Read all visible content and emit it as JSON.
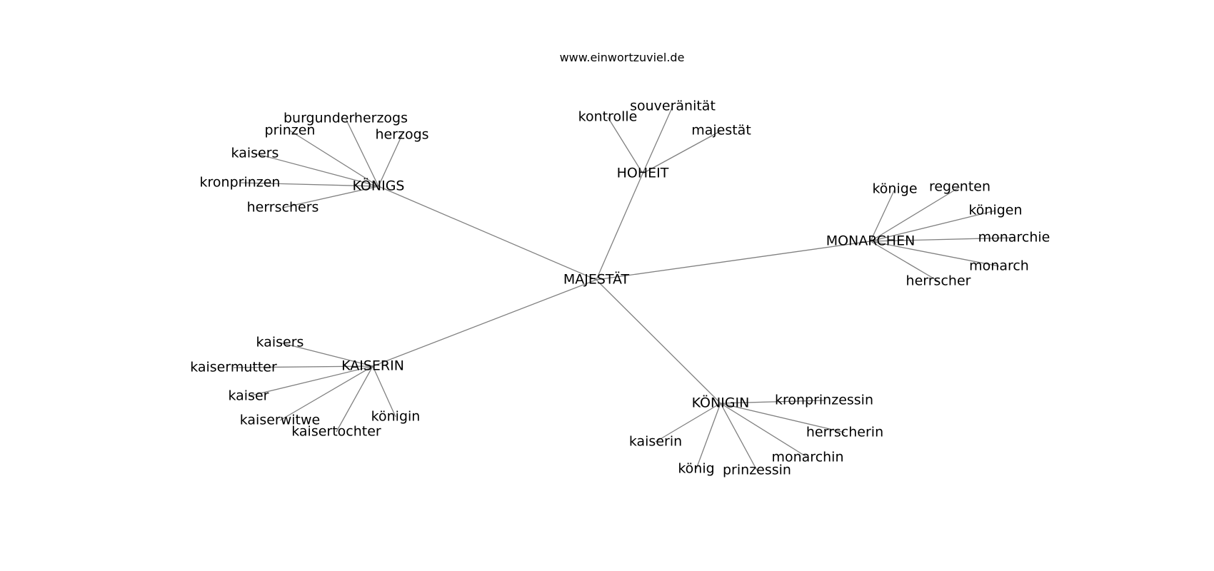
{
  "source": "www.einwortzuviel.de",
  "colors": {
    "edge": "#808080",
    "text": "#000000",
    "background": "#ffffff"
  },
  "nodes": [
    {
      "id": "majestaet",
      "label": "MAJESTÄT"
    },
    {
      "id": "koenigs",
      "label": "KÖNIGS"
    },
    {
      "id": "hoheit",
      "label": "HOHEIT"
    },
    {
      "id": "monarchen",
      "label": "MONARCHEN"
    },
    {
      "id": "kaiserin_hub",
      "label": "KAISERIN"
    },
    {
      "id": "koenigin_hub",
      "label": "KÖNIGIN"
    },
    {
      "id": "k_burgunderherzogs",
      "label": "burgunderherzogs"
    },
    {
      "id": "k_prinzen",
      "label": "prinzen"
    },
    {
      "id": "k_herzogs",
      "label": "herzogs"
    },
    {
      "id": "k_kaisers",
      "label": "kaisers"
    },
    {
      "id": "k_kronprinzen",
      "label": "kronprinzen"
    },
    {
      "id": "k_herrschers",
      "label": "herrschers"
    },
    {
      "id": "h_kontrolle",
      "label": "kontrolle"
    },
    {
      "id": "h_souveraenitaet",
      "label": "souveränität"
    },
    {
      "id": "h_majestaet",
      "label": "majestät"
    },
    {
      "id": "m_koenige",
      "label": "könige"
    },
    {
      "id": "m_regenten",
      "label": "regenten"
    },
    {
      "id": "m_koenigen",
      "label": "königen"
    },
    {
      "id": "m_monarchie",
      "label": "monarchie"
    },
    {
      "id": "m_monarch",
      "label": "monarch"
    },
    {
      "id": "m_herrscher",
      "label": "herrscher"
    },
    {
      "id": "ka_kaisers",
      "label": "kaisers"
    },
    {
      "id": "ka_kaisermutter",
      "label": "kaisermutter"
    },
    {
      "id": "ka_kaiser",
      "label": "kaiser"
    },
    {
      "id": "ka_kaiserwitwe",
      "label": "kaiserwitwe"
    },
    {
      "id": "ka_kaisertochter",
      "label": "kaisertochter"
    },
    {
      "id": "ka_koenigin",
      "label": "königin"
    },
    {
      "id": "ko_kronprinzessin",
      "label": "kronprinzessin"
    },
    {
      "id": "ko_herrscherin",
      "label": "herrscherin"
    },
    {
      "id": "ko_monarchin",
      "label": "monarchin"
    },
    {
      "id": "ko_prinzessin",
      "label": "prinzessin"
    },
    {
      "id": "ko_koenig",
      "label": "könig"
    },
    {
      "id": "ko_kaiserin",
      "label": "kaiserin"
    }
  ],
  "edges": [
    [
      "majestaet",
      "koenigs"
    ],
    [
      "majestaet",
      "hoheit"
    ],
    [
      "majestaet",
      "monarchen"
    ],
    [
      "majestaet",
      "kaiserin_hub"
    ],
    [
      "majestaet",
      "koenigin_hub"
    ],
    [
      "koenigs",
      "k_burgunderherzogs"
    ],
    [
      "koenigs",
      "k_prinzen"
    ],
    [
      "koenigs",
      "k_herzogs"
    ],
    [
      "koenigs",
      "k_kaisers"
    ],
    [
      "koenigs",
      "k_kronprinzen"
    ],
    [
      "koenigs",
      "k_herrschers"
    ],
    [
      "hoheit",
      "h_kontrolle"
    ],
    [
      "hoheit",
      "h_souveraenitaet"
    ],
    [
      "hoheit",
      "h_majestaet"
    ],
    [
      "monarchen",
      "m_koenige"
    ],
    [
      "monarchen",
      "m_regenten"
    ],
    [
      "monarchen",
      "m_koenigen"
    ],
    [
      "monarchen",
      "m_monarchie"
    ],
    [
      "monarchen",
      "m_monarch"
    ],
    [
      "monarchen",
      "m_herrscher"
    ],
    [
      "kaiserin_hub",
      "ka_kaisers"
    ],
    [
      "kaiserin_hub",
      "ka_kaisermutter"
    ],
    [
      "kaiserin_hub",
      "ka_kaiser"
    ],
    [
      "kaiserin_hub",
      "ka_kaiserwitwe"
    ],
    [
      "kaiserin_hub",
      "ka_kaisertochter"
    ],
    [
      "kaiserin_hub",
      "ka_koenigin"
    ],
    [
      "koenigin_hub",
      "ko_kronprinzessin"
    ],
    [
      "koenigin_hub",
      "ko_herrscherin"
    ],
    [
      "koenigin_hub",
      "ko_monarchin"
    ],
    [
      "koenigin_hub",
      "ko_prinzessin"
    ],
    [
      "koenigin_hub",
      "ko_koenig"
    ],
    [
      "koenigin_hub",
      "ko_kaiserin"
    ]
  ]
}
